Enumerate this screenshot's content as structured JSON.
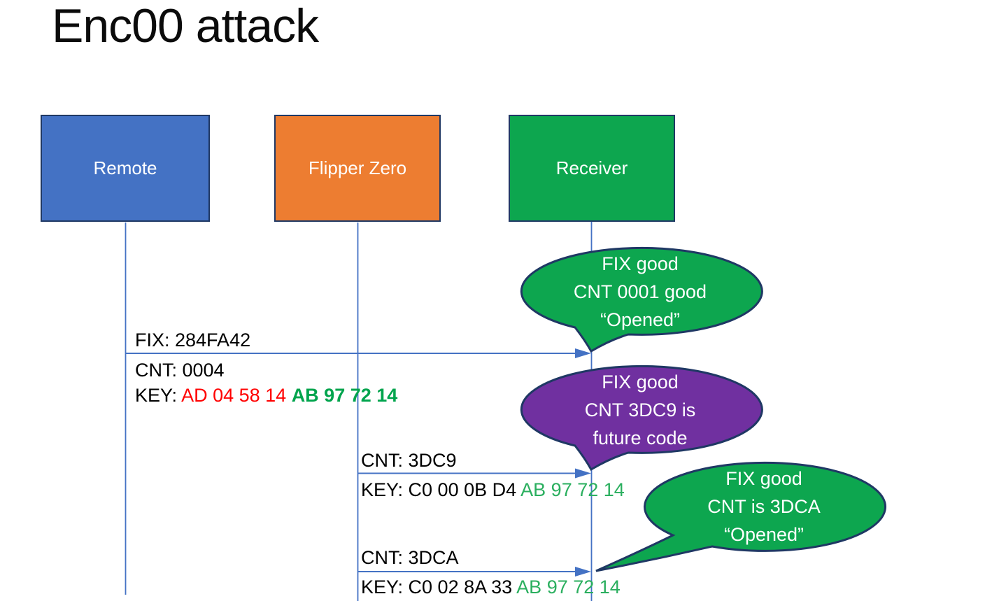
{
  "title": "Enc00 attack",
  "colors": {
    "remote_fill": "#4472C4",
    "flipper_fill": "#ED7D31",
    "receiver_fill": "#0DA64F",
    "outline_dark": "#1F3864",
    "line_blue": "#4472C4",
    "callout_green": "#0DA64F",
    "callout_purple": "#7030A0",
    "text_red": "#FF0000",
    "text_green_bold": "#00A44D",
    "text_green": "#2BAF5F"
  },
  "actors": [
    {
      "id": "remote",
      "label": "Remote"
    },
    {
      "id": "flipper-zero",
      "label": "Flipper Zero"
    },
    {
      "id": "receiver",
      "label": "Receiver"
    }
  ],
  "messages": [
    {
      "from": "Remote",
      "to": "Receiver",
      "fix": "FIX: 284FA42",
      "cnt": "CNT: 0004",
      "key_label": "KEY: ",
      "key_changing": "AD 04 58 14 ",
      "key_fixed": "AB 97 72 14"
    },
    {
      "from": "Flipper Zero",
      "to": "Receiver",
      "cnt": "CNT: 3DC9",
      "key_label": "KEY: C0 00 0B D4 ",
      "key_fixed": "AB 97 72 14"
    },
    {
      "from": "Flipper Zero",
      "to": "Receiver",
      "cnt": "CNT: 3DCA",
      "key_label": "KEY: C0 02 8A 33 ",
      "key_fixed": "AB 97 72 14"
    }
  ],
  "callouts": [
    {
      "color": "green",
      "lines": [
        "FIX good",
        "CNT 0001 good",
        "“Opened”"
      ]
    },
    {
      "color": "purple",
      "lines": [
        "FIX good",
        "CNT 3DC9 is",
        "future code"
      ]
    },
    {
      "color": "green",
      "lines": [
        "FIX good",
        "CNT is 3DCA",
        "“Opened”"
      ]
    }
  ]
}
